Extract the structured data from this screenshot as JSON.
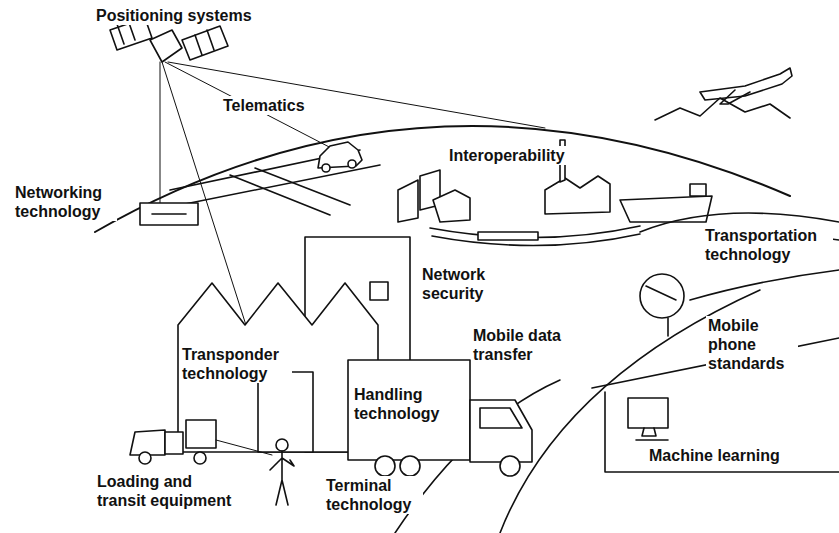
{
  "diagram": {
    "labels": [
      "Positioning systems",
      "Telematics",
      "Interoperability",
      "Networking technology",
      "Transportation technology",
      "Network security",
      "Mobile data transfer",
      "Transponder technology",
      "Handling technology",
      "Mobile phone standards",
      "Machine learning",
      "Loading and transit equipment",
      "Terminal technology"
    ]
  }
}
